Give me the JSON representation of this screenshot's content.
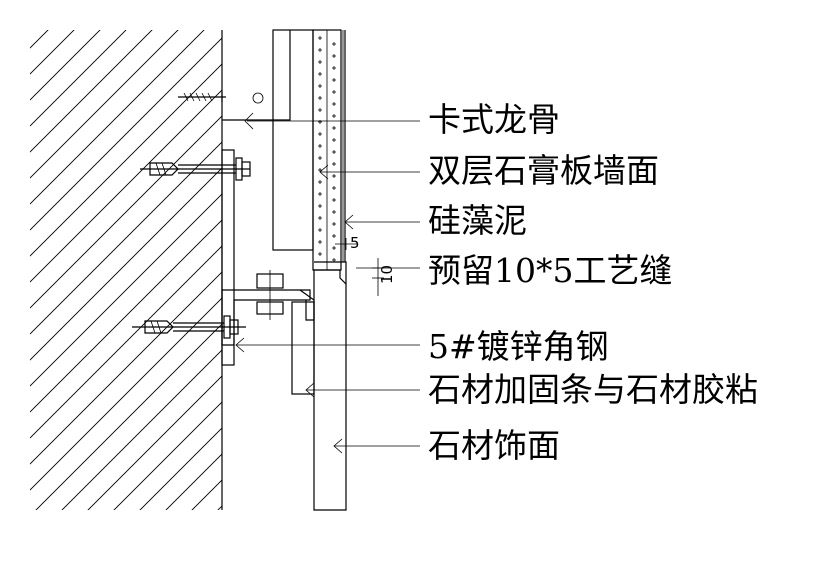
{
  "labels": {
    "keel": "卡式龙骨",
    "gypsum": "双层石膏板墙面",
    "diatom": "硅藻泥",
    "gap": "预留10*5工艺缝",
    "angle_steel": "5#镀锌角钢",
    "reinforce": "石材加固条与石材胶粘",
    "stone": "石材饰面"
  },
  "dims": {
    "d5": "5",
    "d10": "10"
  }
}
